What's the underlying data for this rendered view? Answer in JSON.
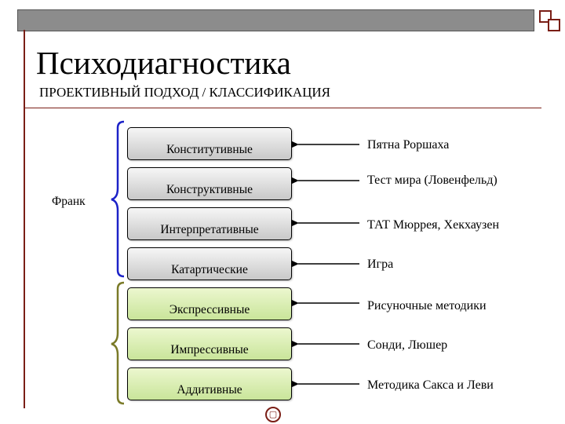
{
  "title": "Психодиагностика",
  "subtitle": "ПРОЕКТИВНЫЙ ПОДХОД / КЛАССИФИКАЦИЯ",
  "frank_label": "Франк",
  "categories": [
    "Конститутивные",
    "Конструктивные",
    "Интерпретативные",
    "Катартические",
    "Экспрессивные",
    "Импрессивные",
    "Аддитивные"
  ],
  "methods": [
    "Пятна Роршаха",
    "Тест мира (Ловенфельд)",
    "ТАТ Мюррея, Хекхаузен",
    "Игра",
    "Рисуночные методики",
    "Сонди, Люшер",
    "Методика Сакса и Леви"
  ],
  "colors": {
    "accent": "#7a1e16",
    "brace_blue": "#1c22c8",
    "brace_olive": "#7a7a28",
    "box_grey": "#d9d9d9",
    "box_green": "#d6edb0"
  },
  "icons": [
    "corner-square-icon",
    "logo-icon"
  ]
}
